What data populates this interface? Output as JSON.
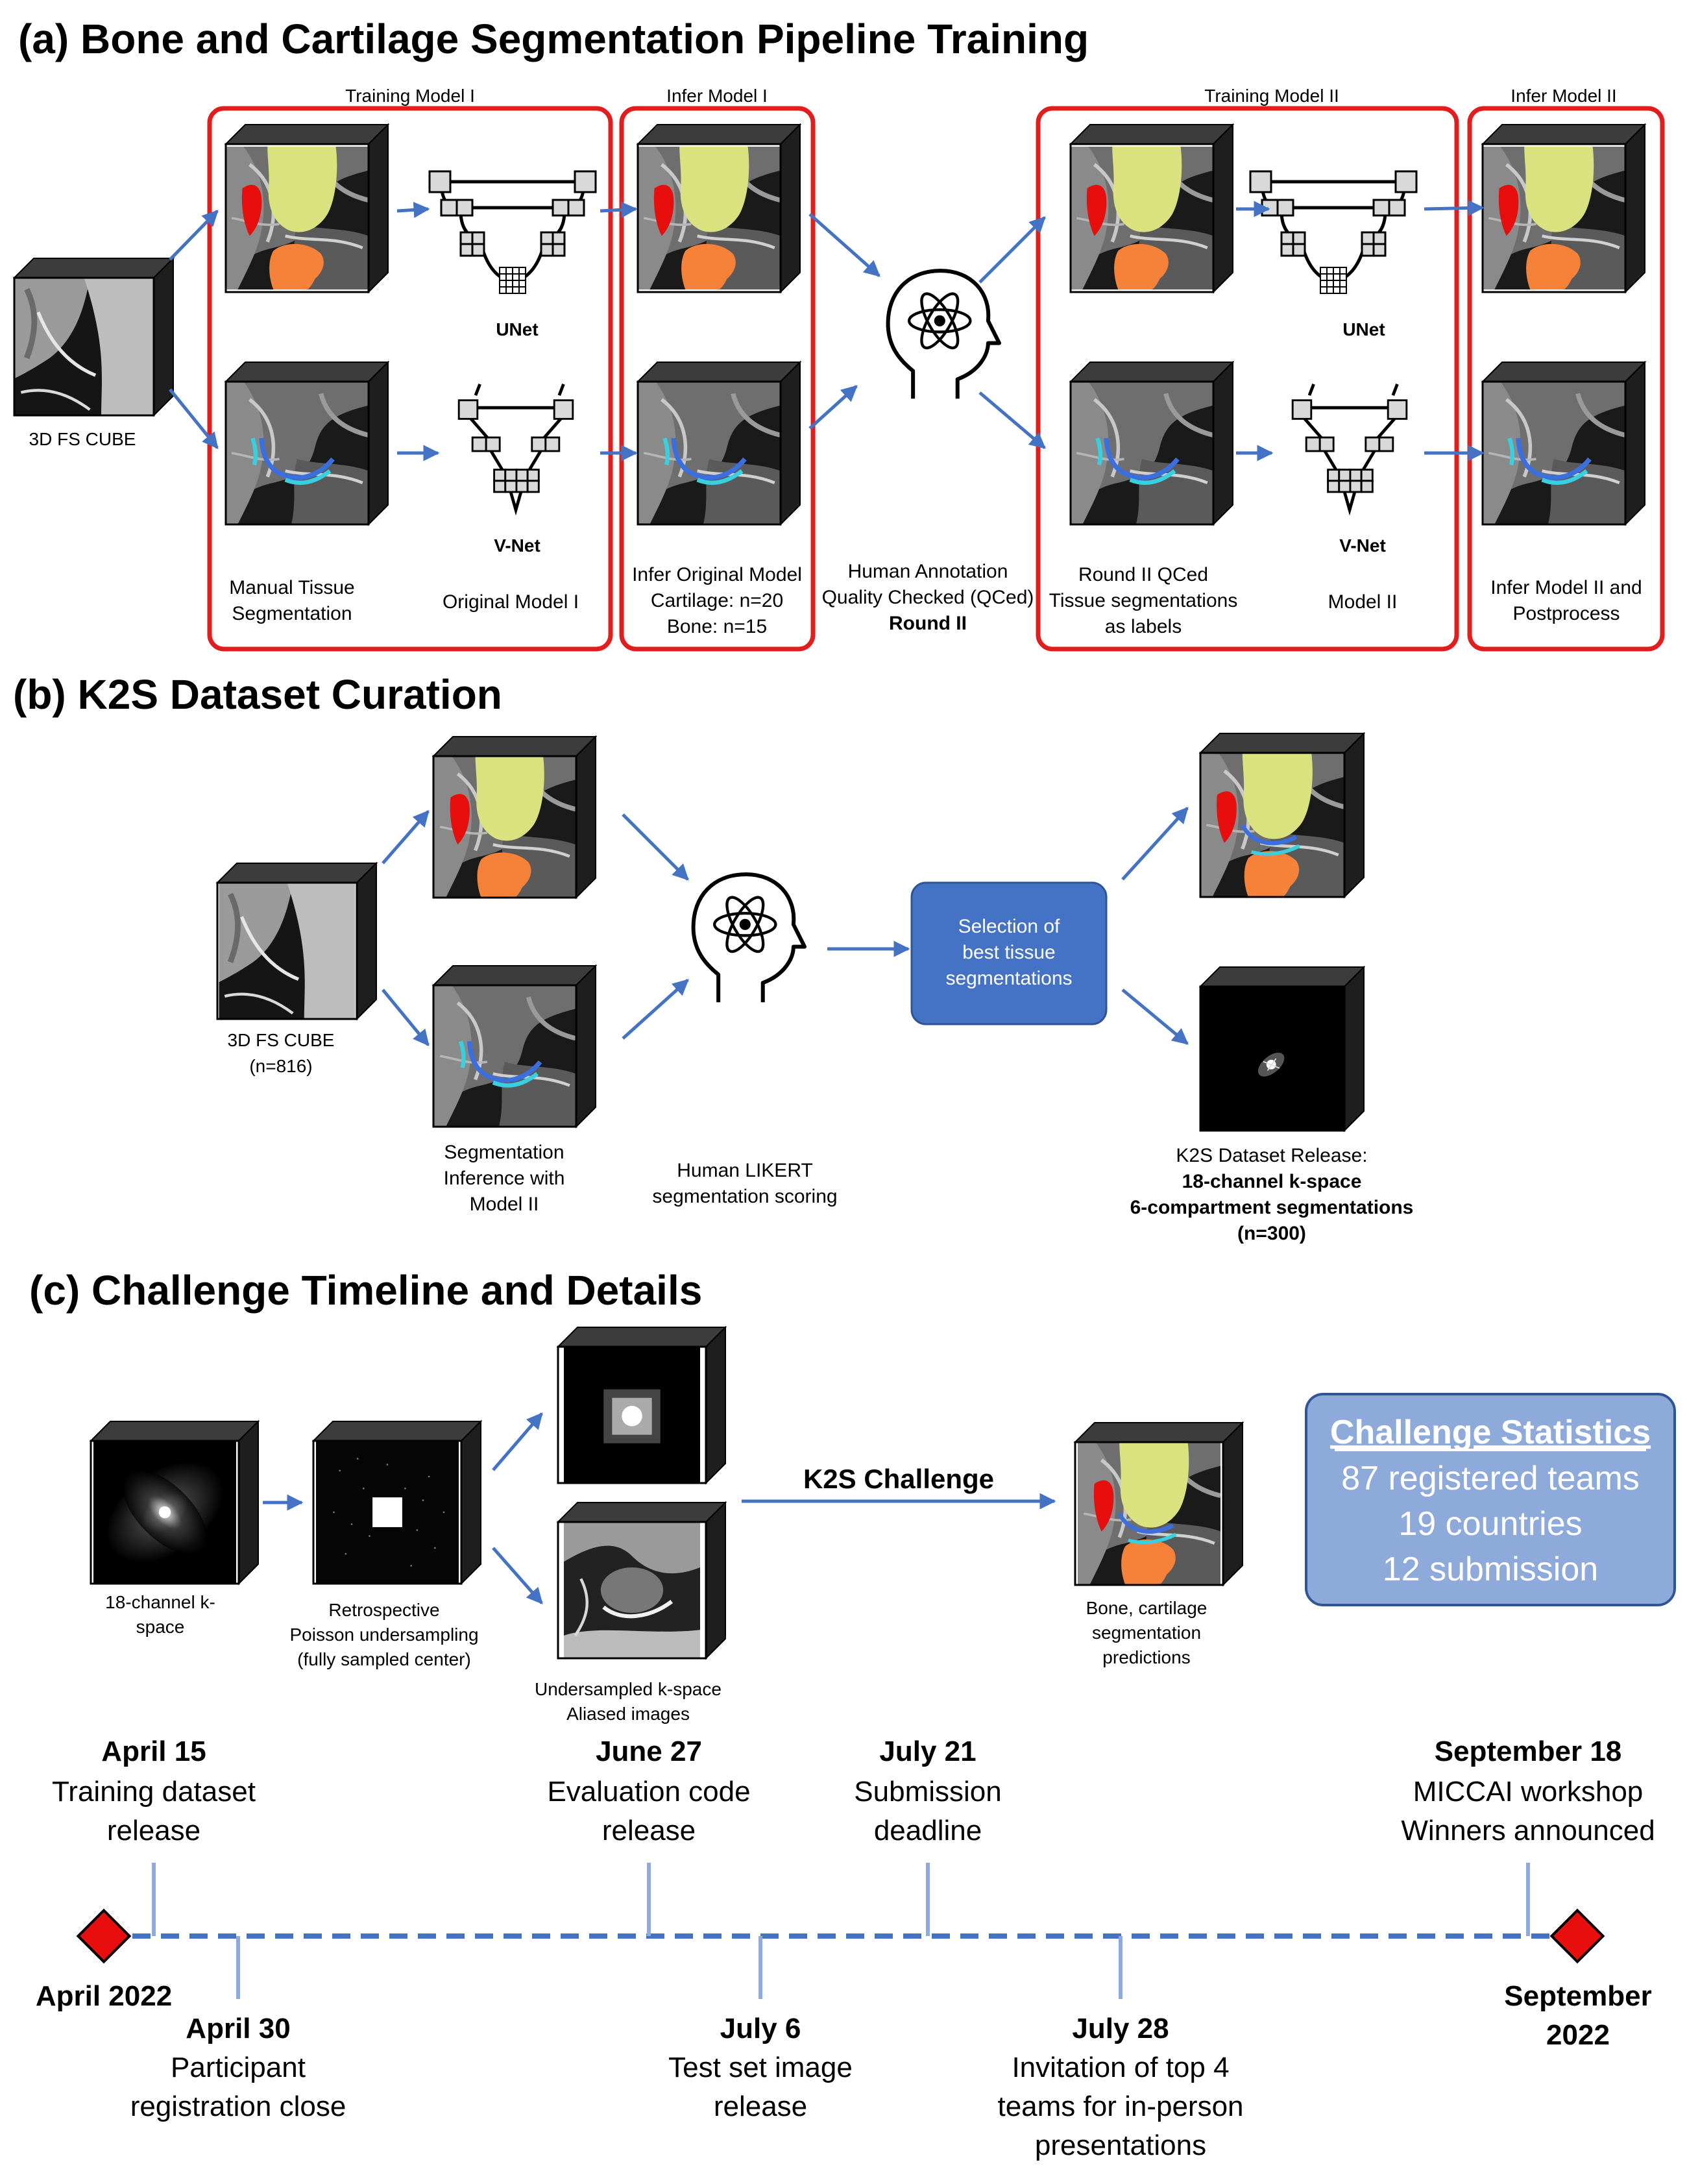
{
  "colors": {
    "accent_red": "#e31d1d",
    "arrow_blue": "#4472c4",
    "timeline_blue": "#4472c4",
    "tick_blue": "#8faadc",
    "femur_yellow": "#d9e27e",
    "patella_red": "#e80e0e",
    "tibia_orange": "#f6823a",
    "cartilage_blue": "#3b6fe0",
    "cartilage_cyan": "#37d0e0",
    "selection_box": "#4472c4",
    "stats_box": "#8eaadb",
    "stats_box_border": "#2f5597"
  },
  "section_a": {
    "title": "(a) Bone and Cartilage Segmentation Pipeline Training",
    "stage_training1": "Training Model I",
    "stage_infer1": "Infer Model I",
    "stage_training2": "Training Model II",
    "stage_infer2": "Infer Model II",
    "input_label": "3D FS CUBE",
    "unet_label": "UNet",
    "vnet_label": "V-Net",
    "manual_line1": "Manual Tissue",
    "manual_line2": "Segmentation",
    "original_model": "Original Model I",
    "infer_line1": "Infer Original Model",
    "infer_line2": "Cartilage: n=20",
    "infer_line3": "Bone: n=15",
    "human_line1": "Human Annotation",
    "human_line2": "Quality Checked (QCed)",
    "human_line3": "Round II",
    "round2_line1": "Round II QCed",
    "round2_line2": "Tissue segmentations",
    "round2_line3": "as labels",
    "model2": "Model II",
    "infer2_line1": "Infer Model II and",
    "infer2_line2": "Postprocess"
  },
  "section_b": {
    "title": "(b) K2S Dataset Curation",
    "input_line1": "3D FS CUBE",
    "input_line2": "(n=816)",
    "seg_line1": "Segmentation",
    "seg_line2": "Inference with",
    "seg_line3": "Model II",
    "human_line1": "Human LIKERT",
    "human_line2": "segmentation scoring",
    "selection_line1": "Selection of",
    "selection_line2": "best tissue",
    "selection_line3": "segmentations",
    "release_line1": "K2S Dataset Release:",
    "release_line2": "18-channel k-space",
    "release_line3": "6-compartment segmentations",
    "release_line4": "(n=300)"
  },
  "section_c": {
    "title": "(c) Challenge Timeline and Details",
    "kspace_line1": "18-channel k-",
    "kspace_line2": "space",
    "retro_line1": "Retrospective",
    "retro_line2": "Poisson undersampling",
    "retro_line3": "(fully sampled center)",
    "under_line1": "Undersampled k-space",
    "under_line2": "Aliased images",
    "challenge_label": "K2S Challenge",
    "pred_line1": "Bone, cartilage",
    "pred_line2": "segmentation",
    "pred_line3": "predictions",
    "stats_title": "Challenge Statistics",
    "stats_line1": "87 registered teams",
    "stats_line2": "19 countries",
    "stats_line3": "12 submission"
  },
  "timeline": {
    "start_label": "April 2022",
    "end_label_line1": "September",
    "end_label_line2": "2022",
    "above": [
      {
        "date": "April 15",
        "line1": "Training dataset",
        "line2": "release"
      },
      {
        "date": "June 27",
        "line1": "Evaluation code",
        "line2": "release"
      },
      {
        "date": "July 21",
        "line1": "Submission",
        "line2": "deadline"
      },
      {
        "date": "September 18",
        "line1": "MICCAI workshop",
        "line2": "Winners announced"
      }
    ],
    "below": [
      {
        "date": "April 30",
        "line1": "Participant",
        "line2": "registration close",
        "line3": ""
      },
      {
        "date": "July 6",
        "line1": "Test set image",
        "line2": "release",
        "line3": ""
      },
      {
        "date": "July 28",
        "line1": "Invitation of top 4",
        "line2": "teams for in-person",
        "line3": "presentations"
      }
    ]
  }
}
